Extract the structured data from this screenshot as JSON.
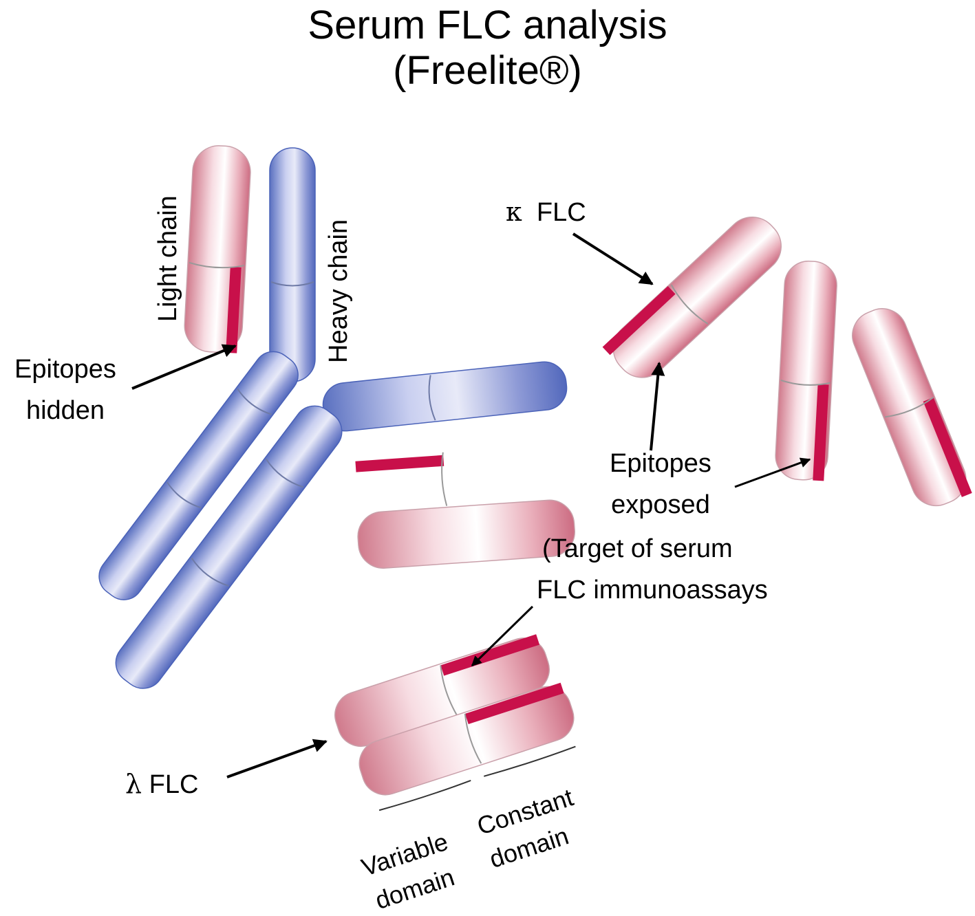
{
  "title": {
    "line1": "Serum FLC analysis",
    "line2": "(Freelite®)"
  },
  "labels": {
    "light_chain": "Light chain",
    "heavy_chain": "Heavy chain",
    "epitopes_hidden_1": "Epitopes",
    "epitopes_hidden_2": "hidden",
    "kappa_symbol": "κ",
    "kappa_text": "FLC",
    "epitopes_exposed_1": "Epitopes",
    "epitopes_exposed_2": "exposed",
    "target_1": "(Target of serum",
    "target_2": "FLC immunoassays",
    "lambda_symbol": "λ",
    "lambda_text": "FLC",
    "variable_1": "Variable",
    "variable_2": "domain",
    "constant_1": "Constant",
    "constant_2": "domain"
  },
  "colors": {
    "heavy_chain": "#7f8fd0",
    "heavy_chain_dark": "#4a62b8",
    "light_chain": "#e8a6b2",
    "light_chain_dark": "#c95e78",
    "epitope": "#c8104a",
    "arrow": "#000000"
  }
}
